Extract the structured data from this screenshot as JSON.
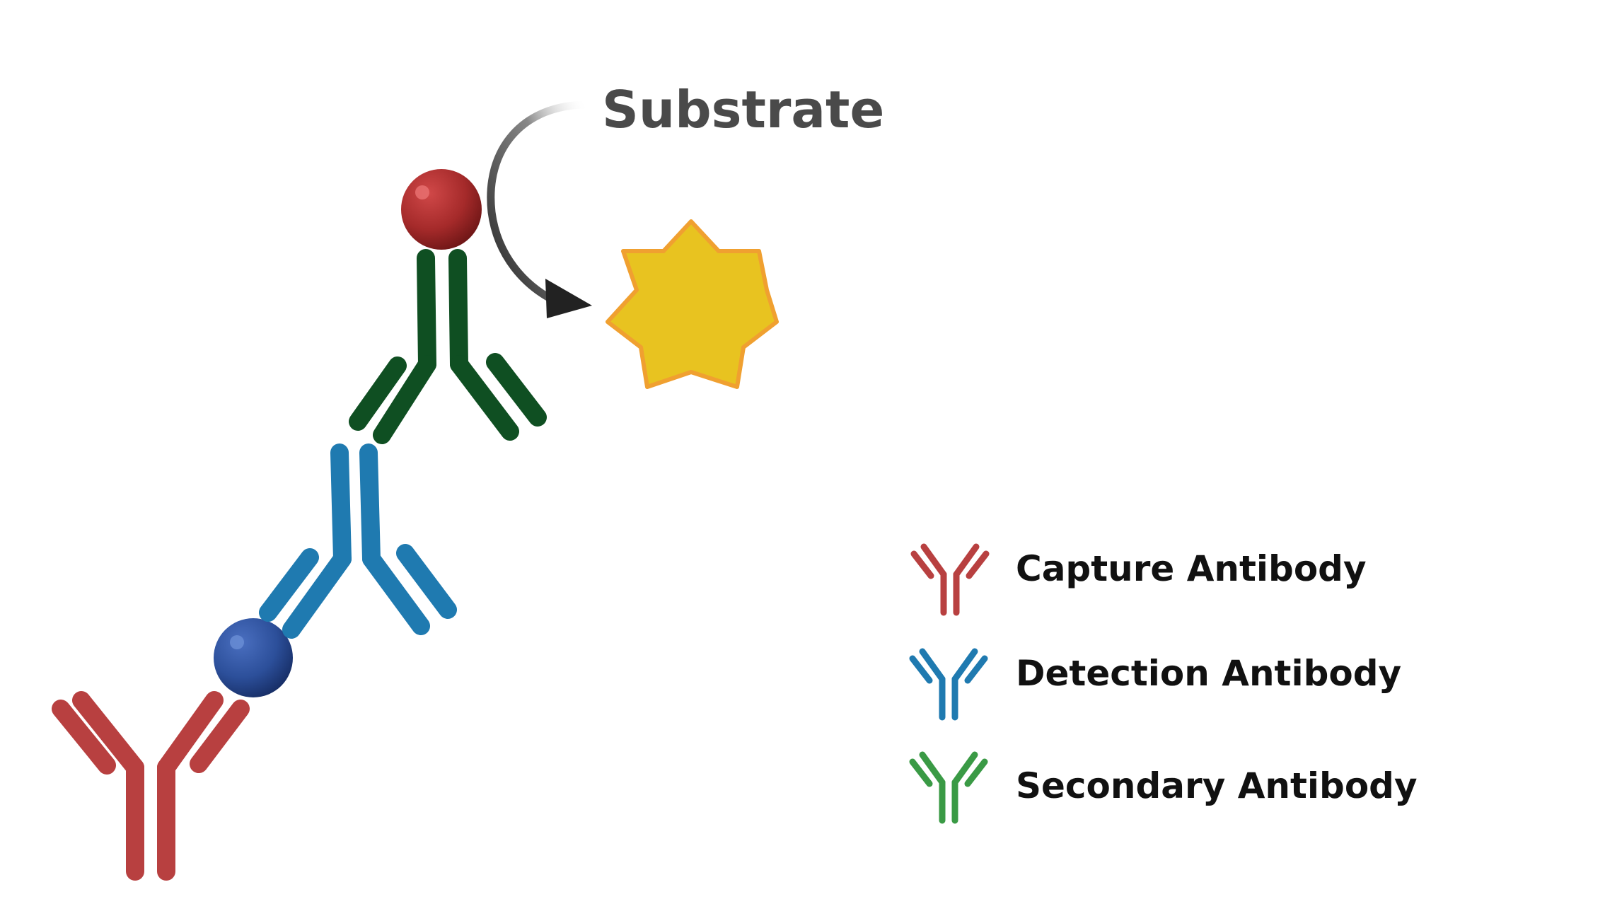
{
  "substrate": {
    "label": "Substrate"
  },
  "legend": {
    "items": [
      {
        "label": "Capture Antibody",
        "color": "#b84040",
        "icon": "capture-antibody-icon"
      },
      {
        "label": "Detection Antibody",
        "color": "#1f7ab0",
        "icon": "detection-antibody-icon"
      },
      {
        "label": "Secondary Antibody",
        "color": "#3a9a45",
        "icon": "secondary-antibody-icon"
      }
    ]
  },
  "colors": {
    "capture_antibody": "#b84040",
    "detection_antibody": "#1f7ab0",
    "secondary_antibody": "#0f4f22",
    "enzyme": "#a52a2a",
    "analyte": "#2c4f9a",
    "signal_star": "#e8c320",
    "signal_star_outline": "#f0a030",
    "arrow": "#222222"
  }
}
